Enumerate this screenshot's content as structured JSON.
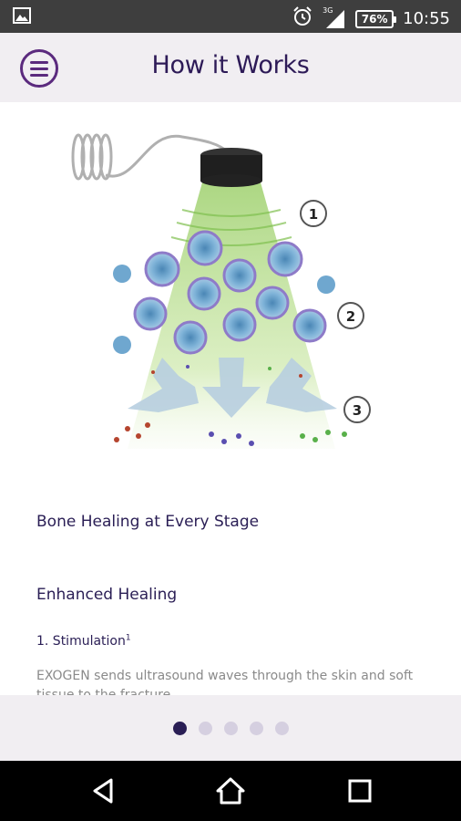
{
  "status_bar": {
    "network_label": "3G",
    "battery": "76%",
    "time": "10:55",
    "icons": [
      "image-icon",
      "alarm-icon",
      "signal-icon",
      "battery-icon"
    ]
  },
  "header": {
    "title": "How it Works",
    "menu_icon": "hamburger-menu-icon",
    "accent_color": "#5b2a7e"
  },
  "illustration": {
    "callouts": [
      "1",
      "2",
      "3"
    ]
  },
  "content": {
    "heading_main": "Bone Healing at Every Stage",
    "heading_sub": "Enhanced Healing",
    "step_title": "1. Stimulation",
    "step_sup": "1",
    "body": "EXOGEN sends ultrasound waves through the skin and soft tissue to the fracture."
  },
  "pager": {
    "total": 5,
    "active_index": 0
  },
  "nav": {
    "icons": [
      "back-icon",
      "home-icon",
      "recents-icon"
    ]
  }
}
